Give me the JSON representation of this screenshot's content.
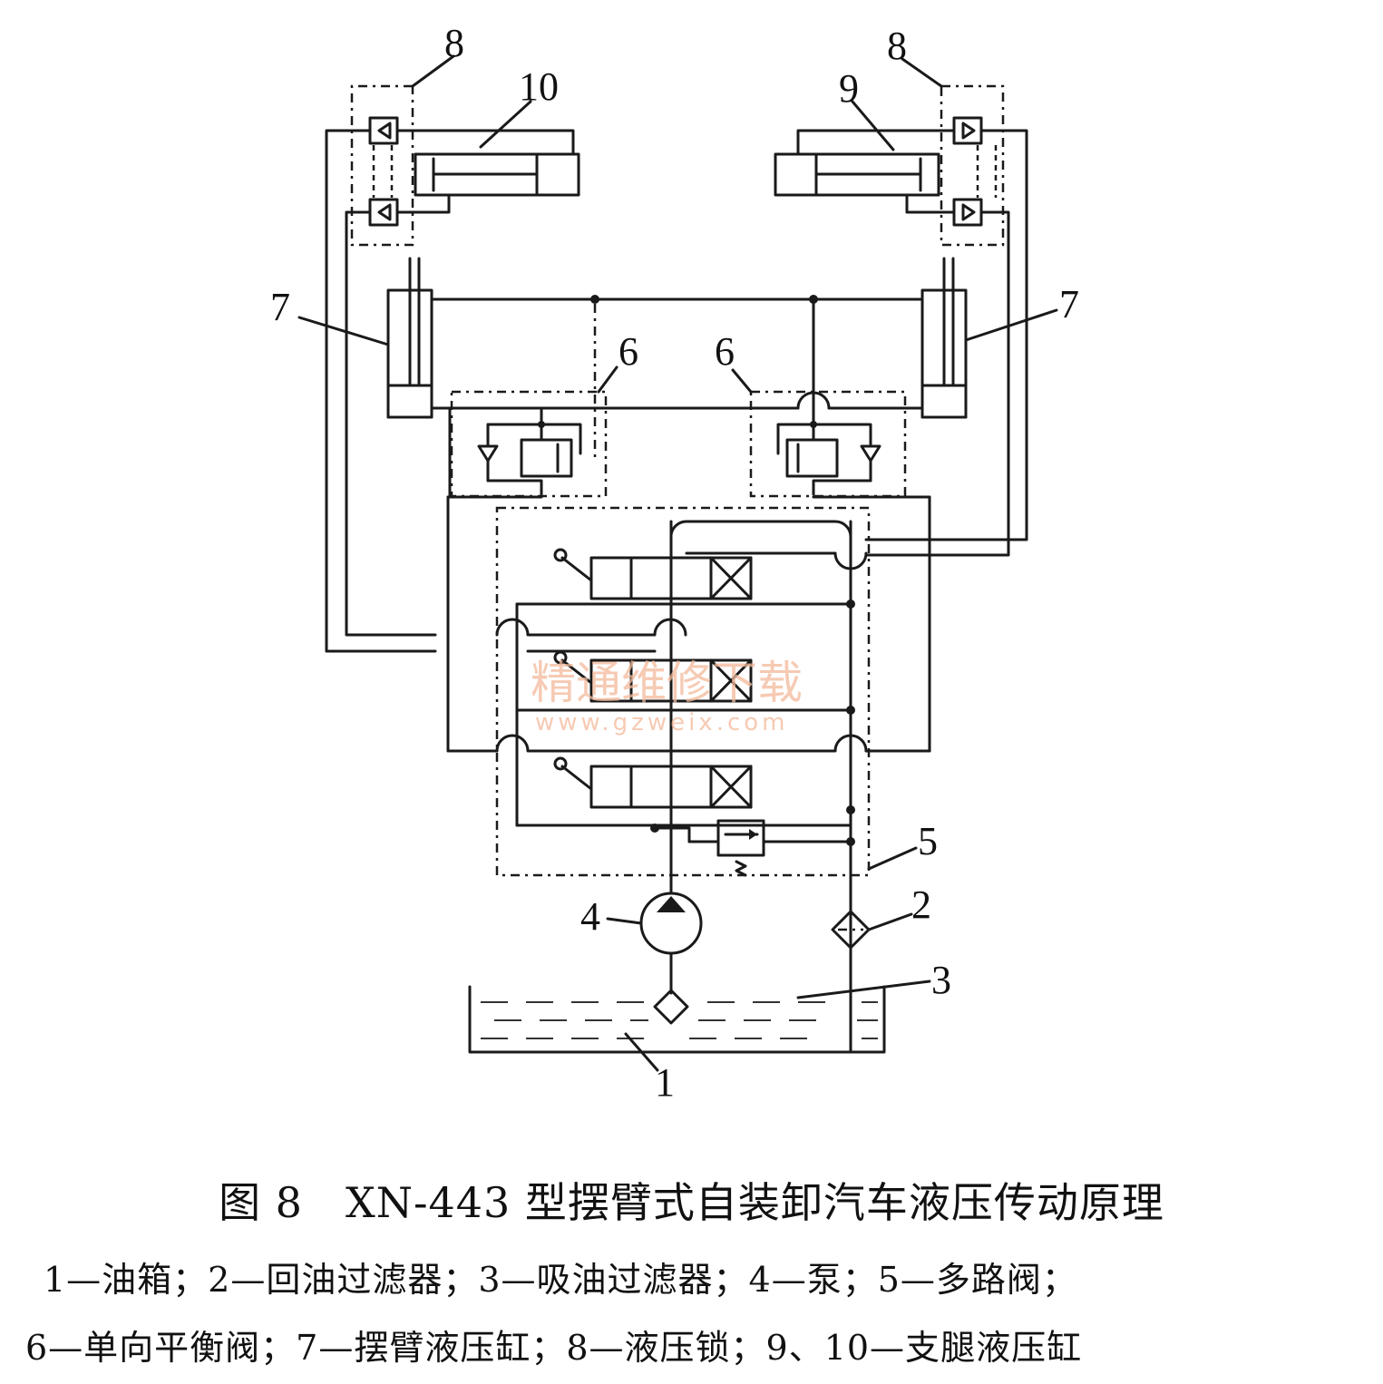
{
  "labels": {
    "lock_left": "8",
    "lock_right": "8",
    "outrigger_left": "10",
    "outrigger_right": "9",
    "swing_left": "7",
    "swing_right": "7",
    "balance_left": "6",
    "balance_right": "6",
    "multiway": "5",
    "pump": "4",
    "return_filter": "2",
    "suction_filter": "3",
    "tank": "1"
  },
  "watermark": {
    "cn": "精通维修下载",
    "url": "www.gzweix.com"
  },
  "caption": {
    "title": "图 8　XN-443 型摆臂式自装卸汽车液压传动原理",
    "legend_line_1": "1—油箱；2—回油过滤器；3—吸油过滤器；4—泵；5—多路阀；",
    "legend_line_2": "6—单向平衡阀；7—摆臂液压缸；8—液压锁；9、10—支腿液压缸"
  }
}
